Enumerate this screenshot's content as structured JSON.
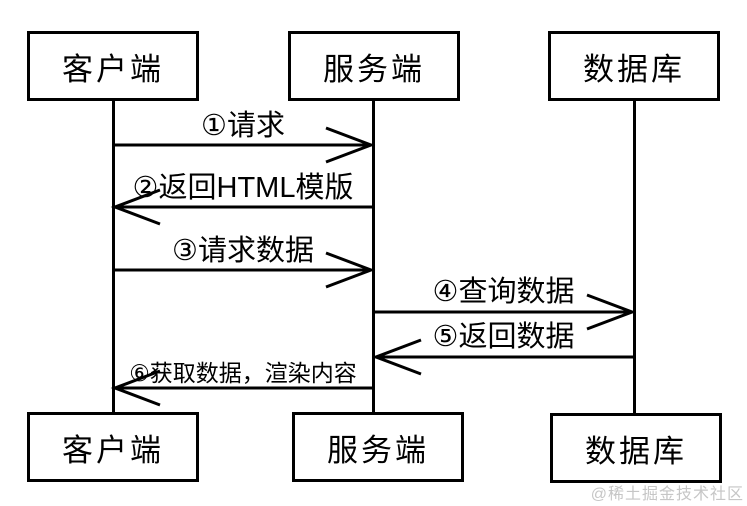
{
  "diagram": {
    "type": "sequence-diagram",
    "actors": [
      {
        "id": "client",
        "label": "客户端"
      },
      {
        "id": "server",
        "label": "服务端"
      },
      {
        "id": "database",
        "label": "数据库"
      }
    ],
    "messages": [
      {
        "step": 1,
        "label": "①请求",
        "from": "client",
        "to": "server"
      },
      {
        "step": 2,
        "label": "②返回HTML模版",
        "from": "server",
        "to": "client"
      },
      {
        "step": 3,
        "label": "③请求数据",
        "from": "client",
        "to": "server"
      },
      {
        "step": 4,
        "label": "④查询数据",
        "from": "server",
        "to": "database"
      },
      {
        "step": 5,
        "label": "⑤返回数据",
        "from": "database",
        "to": "server"
      },
      {
        "step": 6,
        "label": "⑥获取数据，渲染内容",
        "from": "server",
        "to": "client"
      }
    ],
    "watermark": "@稀土掘金技术社区",
    "colors": {
      "stroke": "#000000",
      "background": "#ffffff",
      "watermark": "#c6c6c6"
    }
  }
}
